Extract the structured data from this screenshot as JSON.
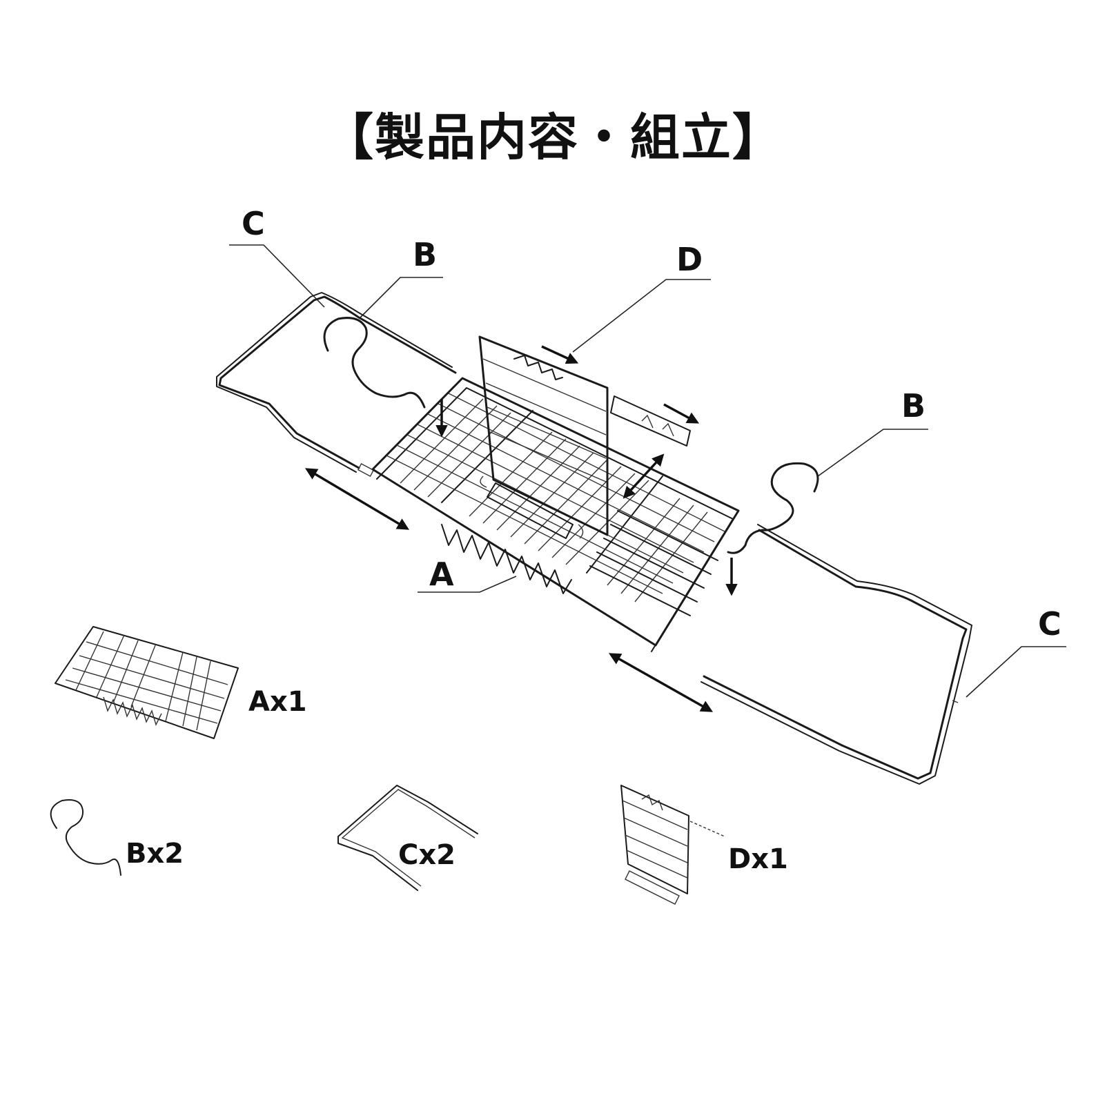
{
  "title": "【製品内容・組立】",
  "callouts": {
    "c_left": "C",
    "b_left": "B",
    "d_top": "D",
    "b_right": "B",
    "a_center": "A",
    "c_right": "C"
  },
  "parts": [
    {
      "id": "A",
      "label": "Ax1"
    },
    {
      "id": "B",
      "label": "Bx2"
    },
    {
      "id": "C",
      "label": "Cx2"
    },
    {
      "id": "D",
      "label": "Dx1"
    }
  ]
}
